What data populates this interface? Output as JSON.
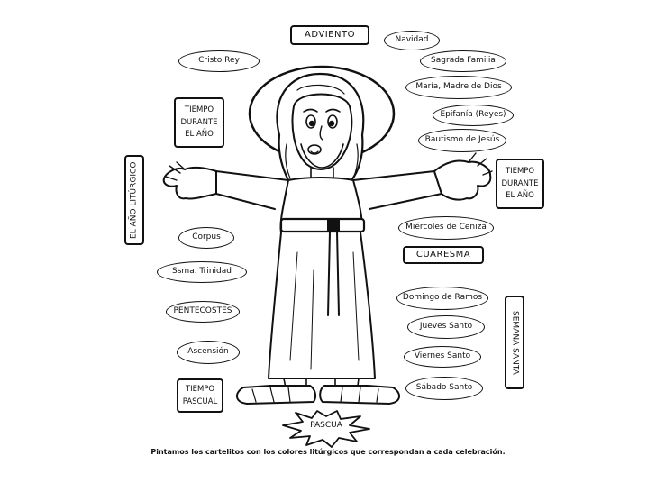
{
  "labels": {
    "adviento": "ADVIENTO",
    "navidad": "Navidad",
    "cristo_rey": "Cristo Rey",
    "sagrada_familia": "Sagrada Familia",
    "maria": "María, Madre de Dios",
    "epifania": "Epifanía (Reyes)",
    "bautismo": "Bautismo de Jesús",
    "tiempo_durante_1": [
      "TIEMPO",
      "DURANTE",
      "EL AÑO"
    ],
    "tiempo_durante_2": [
      "TIEMPO",
      "DURANTE",
      "EL AÑO"
    ],
    "ano_liturgico": "EL AÑO LITÚRGICO",
    "miercoles": "Miércoles de Ceniza",
    "cuaresma": "CUARESMA",
    "corpus": "Corpus",
    "trinidad": "Ssma. Trinidad",
    "domingo_ramos": "Domingo de Ramos",
    "pentecostes": "PENTECOSTES",
    "jueves": "Jueves Santo",
    "semana_santa": "SEMANA SANTA",
    "ascension": "Ascensión",
    "viernes": "Viernes Santo",
    "tiempo_pascual": [
      "TIEMPO",
      "PASCUAL"
    ],
    "sabado": "Sábado Santo",
    "pascua": "PASCUA"
  },
  "caption": "Pintamos los cartelitos con los colores litúrgicos que correspondan a cada celebración."
}
